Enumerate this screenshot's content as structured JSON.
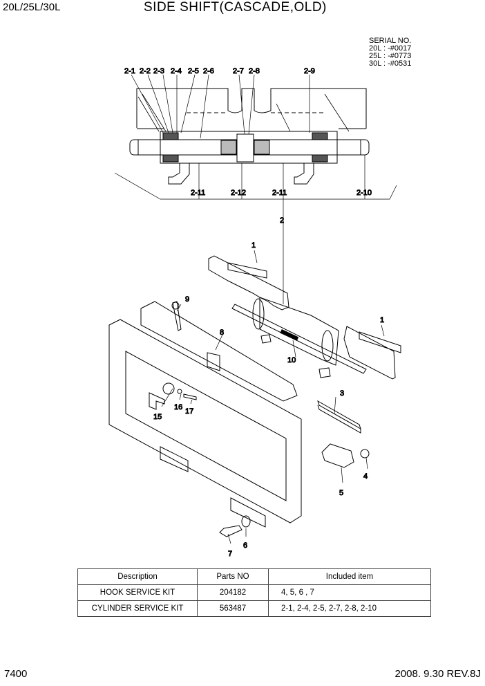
{
  "header": {
    "models": "20L/25L/30L",
    "title": "SIDE SHIFT(CASCADE,OLD)"
  },
  "serial": {
    "heading": "SERIAL NO.",
    "lines": [
      "20L : -#0017",
      "25L : -#0773",
      "30L : -#0531"
    ]
  },
  "callouts": {
    "top": [
      "2-1",
      "2-2",
      "2-3",
      "2-4",
      "2-5",
      "2-6",
      "2-7",
      "2-8",
      "2-9"
    ],
    "bottom": [
      "2-11",
      "2-12",
      "2-11",
      "2-10"
    ],
    "main": [
      "2",
      "1",
      "9",
      "8",
      "10",
      "1",
      "3",
      "15",
      "16",
      "17",
      "4",
      "5",
      "7",
      "6"
    ]
  },
  "table": {
    "headers": [
      "Description",
      "Parts NO",
      "Included item"
    ],
    "rows": [
      {
        "description": "HOOK SERVICE KIT",
        "parts_no": "204182",
        "included": "4, 5, 6 , 7"
      },
      {
        "description": "CYLINDER SERVICE KIT",
        "parts_no": "563487",
        "included": "2-1, 2-4, 2-5, 2-7, 2-8, 2-10"
      }
    ]
  },
  "footer": {
    "page": "7400",
    "date_rev": "2008. 9.30  REV.8J"
  }
}
